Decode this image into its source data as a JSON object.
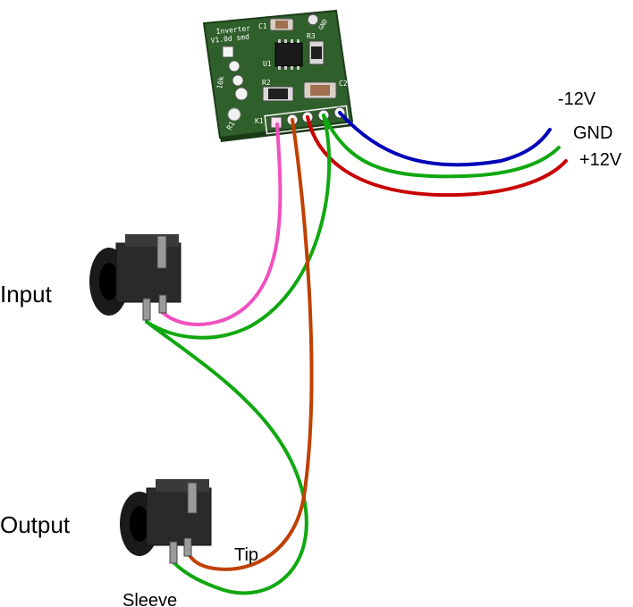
{
  "labels": {
    "input": "Input",
    "output": "Output",
    "tip": "Tip",
    "sleeve": "Sleeve",
    "neg12": "-12V",
    "gnd": "GND",
    "pos12": "+12V"
  },
  "pcb": {
    "title_line1": "Inverter",
    "title_line2": "V1.0d smd",
    "c1": "C1",
    "c2": "C2",
    "r1": "R1",
    "r2": "R2",
    "r3": "R3",
    "u1": "U1",
    "k1": "K1",
    "gnd": "GND",
    "pot_value": "10k"
  },
  "colors": {
    "pcb": "#2f5f2a",
    "wire_negative": "#0000b8",
    "wire_ground": "#10a810",
    "wire_positive": "#c80000",
    "wire_tip_out": "#c04000",
    "wire_tip_in": "#f050c0"
  }
}
